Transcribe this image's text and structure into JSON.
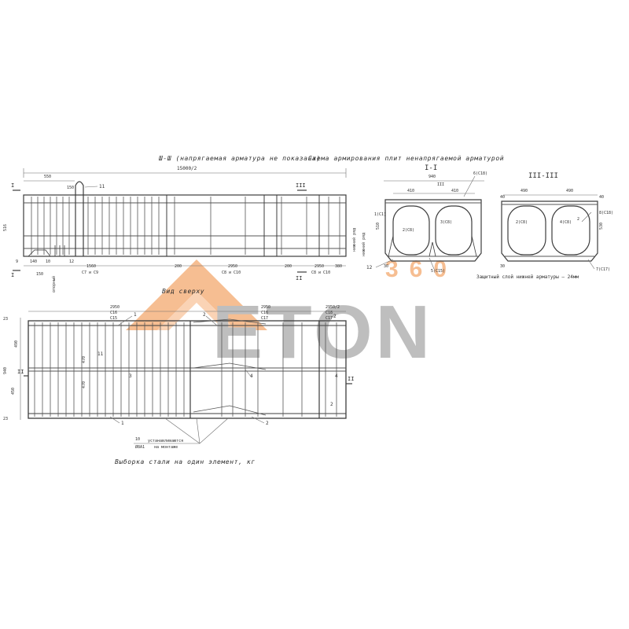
{
  "colors": {
    "ink": "#3c3c3c",
    "watermark_orange": "#f08a3a",
    "watermark_gray": "#8a8a8a",
    "paper": "#ffffff"
  },
  "watermark": {
    "brand": "ETON",
    "sub": "360"
  },
  "section3": {
    "title": "Ш-Ш (напрягаемая арматура не показана)",
    "overall": "15000/2",
    "dims_top": [
      "550",
      "150"
    ],
    "height": "516",
    "bottom_dims": [
      "150",
      "1560",
      "200",
      "2950",
      "200",
      "2950",
      "380"
    ],
    "sub_labels": [
      "С7 и С9",
      "С8 и С10",
      "С8 и С10"
    ],
    "small": [
      "140",
      "10",
      "12",
      "9"
    ],
    "vertical_note": "опорный",
    "right_note": "нижний ряд",
    "cut_left": "I",
    "cut_right_top": "III",
    "cut_right_bottom": "II",
    "pos_11": "11"
  },
  "reinforcement": {
    "title": "Схема армирования плит ненапрягаемой арматурой"
  },
  "section1": {
    "title": "I-I",
    "width": "940",
    "halves": [
      "410",
      "410"
    ],
    "height": "510",
    "labels": [
      "6(С18)",
      "III",
      "1(С1)",
      "2(С8)",
      "3(С8)",
      "5(С15)",
      "12",
      "30"
    ],
    "note": "Защитный слой нижней арматуры — 24мм",
    "side_note": "нижний ряд"
  },
  "section2": {
    "title": "III-III",
    "halves": [
      "490",
      "490"
    ],
    "height": "530",
    "labels": [
      "8(С18)",
      "2(С8)",
      "4(С8)",
      "2",
      "7(С17)",
      "30",
      "40",
      "40"
    ]
  },
  "plan": {
    "title": "Вид сверху",
    "top_dims": [
      "2950",
      "2950",
      "2950/2"
    ],
    "top_labels": [
      "С16",
      "С15",
      "С16",
      "С17",
      "С18",
      "С17"
    ],
    "left_dims": [
      "23",
      "490",
      "940",
      "450",
      "23"
    ],
    "callouts": [
      "1",
      "2",
      "3",
      "4",
      "11",
      "4",
      "2",
      "2",
      "1",
      "2"
    ],
    "inner_dims": [
      "470",
      "470"
    ],
    "note_num": "10",
    "note_top": "устанавливаются",
    "note_mid": "Ø8А1",
    "note_bottom": "на монтаже",
    "cut_mark": "II"
  },
  "steel": {
    "title": "Выборка стали на один элемент, кг"
  }
}
